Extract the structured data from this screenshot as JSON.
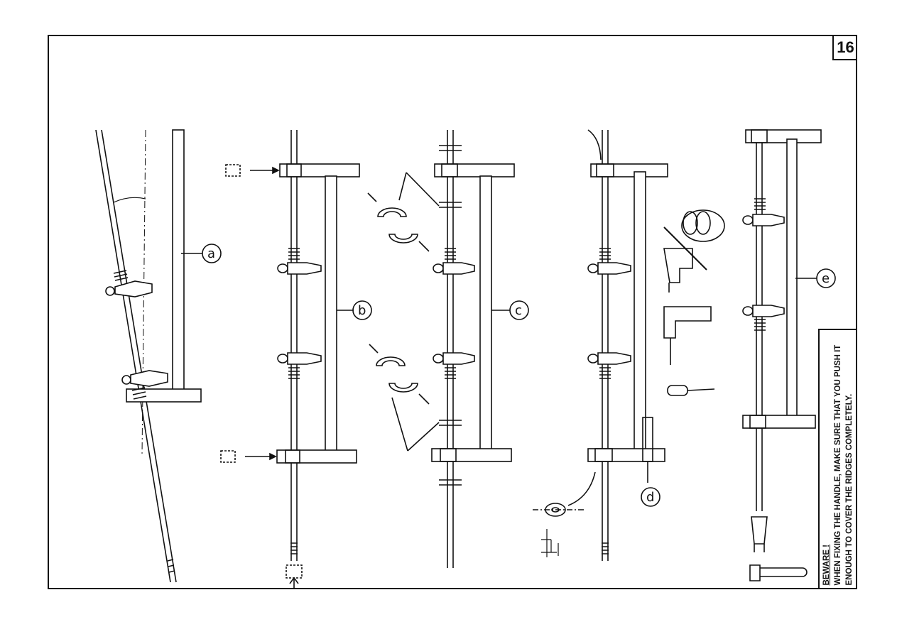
{
  "page": {
    "number": "16"
  },
  "warning": {
    "title": "BEWARE !",
    "line1": "WHEN FIXING THE HANDLE, MAKE SURE THAT YOU PUSH IT",
    "line2": "ENOUGH TO COVER THE RIDGES COMPLETELY."
  },
  "figures": {
    "a": "a",
    "b": "b",
    "c": "c",
    "d": "d",
    "e": "e"
  },
  "colors": {
    "ink": "#111111",
    "paper": "#ffffff"
  }
}
